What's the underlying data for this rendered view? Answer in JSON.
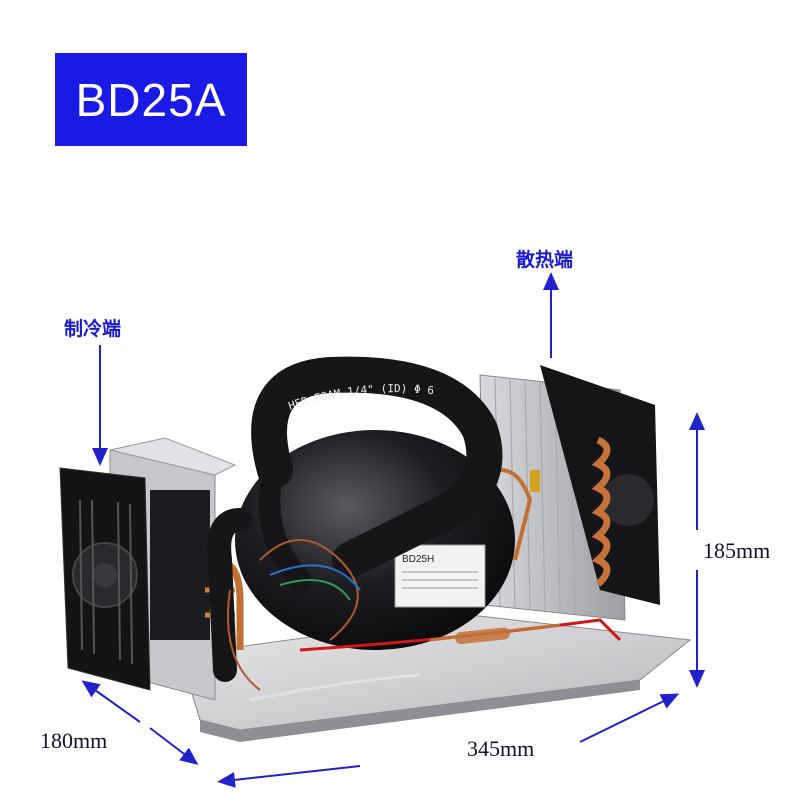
{
  "title": "BD25A",
  "labels": {
    "cold_end": "制冷端",
    "hot_end": "散热端"
  },
  "dimensions": {
    "height": "185mm",
    "depth": "180mm",
    "width": "345mm"
  },
  "hose_print": "HER FOAM 1/4\" (ID) Φ 6",
  "compressor_plate": "BD25H",
  "colors": {
    "title_bg": "#1a1ae6",
    "arrow": "#2222cc",
    "label": "#1a1ad0"
  }
}
